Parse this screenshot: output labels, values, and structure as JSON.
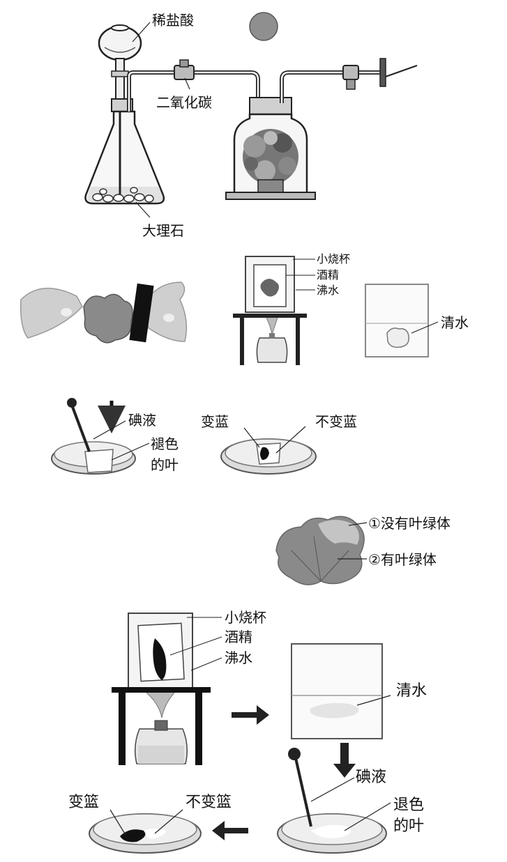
{
  "top_apparatus": {
    "acid_label": "稀盐酸",
    "gas_label": "二氧化碳",
    "marble_label": "大理石"
  },
  "leaf_experiment": {
    "small_beaker": "小烧杯",
    "alcohol": "酒精",
    "boiling_water": "沸水",
    "clear_water": "清水",
    "iodine": "碘液",
    "faded_leaf_line1": "褪色",
    "faded_leaf_line2": "的叶",
    "turns_blue": "变蓝",
    "not_blue": "不变蓝",
    "no_chloroplast": "①没有叶绿体",
    "has_chloroplast": "②有叶绿体"
  },
  "bottom_experiment": {
    "small_beaker": "小烧杯",
    "alcohol": "酒精",
    "boiling_water": "沸水",
    "clear_water": "清水",
    "iodine": "碘液",
    "faded_leaf_line1": "退色",
    "faded_leaf_line2": "的叶",
    "turns_blue": "变篮",
    "not_blue": "不变篮"
  }
}
